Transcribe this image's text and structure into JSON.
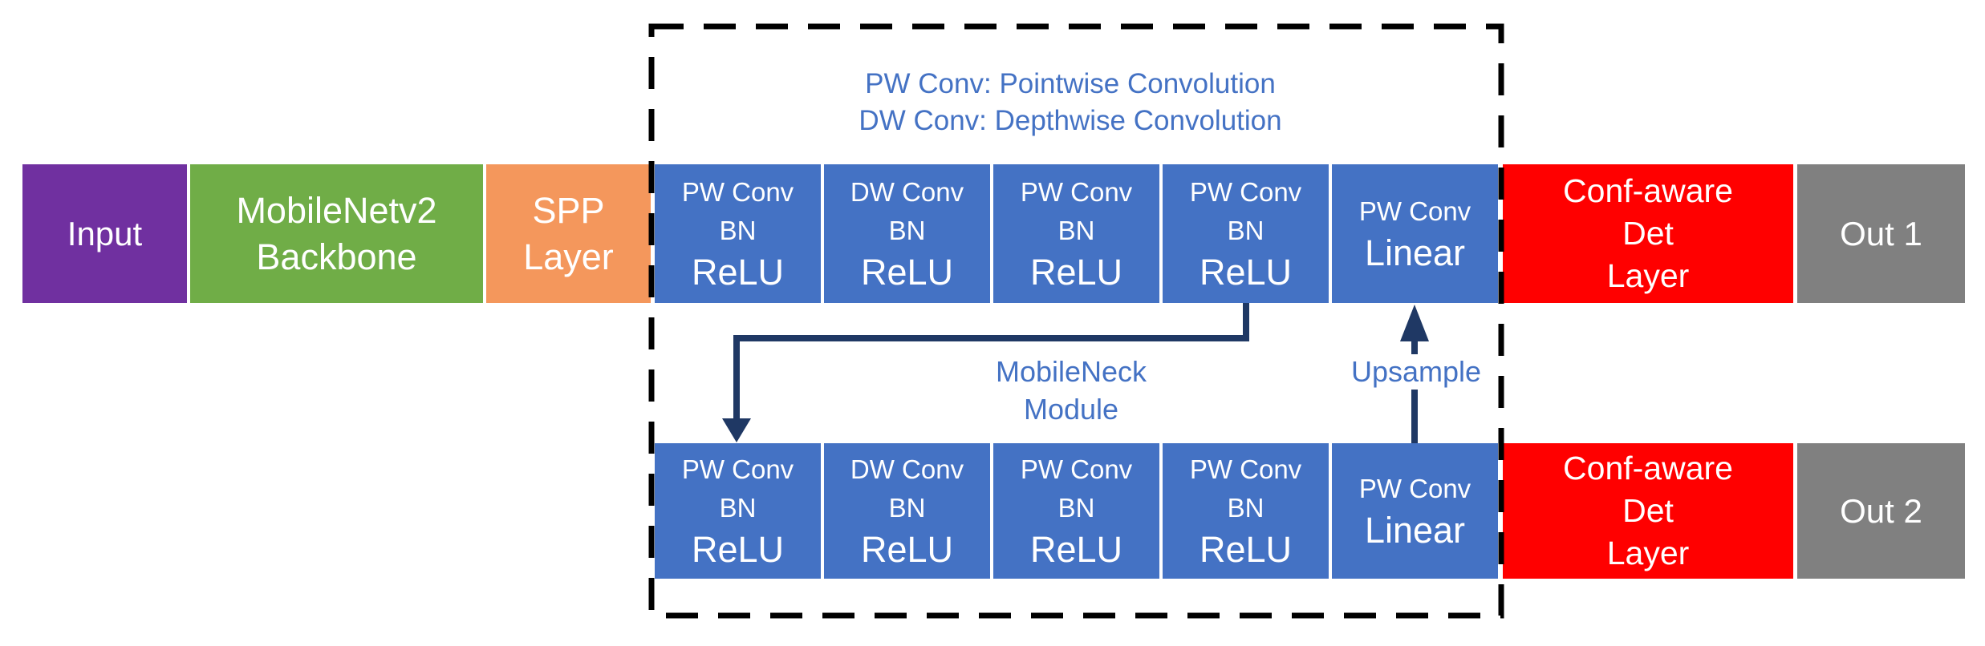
{
  "colors": {
    "input": "#7030A0",
    "backbone": "#70AD47",
    "spp": "#F4975C",
    "conv_block": "#4472C4",
    "det_layer": "#FF0000",
    "out": "#808080",
    "arrow": "#1F3864",
    "annotation_text": "#4472C4",
    "dashed_border": "#000000",
    "box_text": "#FFFFFF"
  },
  "legend": {
    "pw_line": "PW Conv: Pointwise Convolution",
    "dw_line": "DW Conv: Depthwise Convolution"
  },
  "pipeline": {
    "input": "Input",
    "backbone": {
      "line1": "MobileNetv2",
      "line2": "Backbone"
    },
    "spp": {
      "line1": "SPP",
      "line2": "Layer"
    }
  },
  "neck": {
    "top_row": [
      {
        "lines": [
          "PW Conv",
          "BN",
          "ReLU"
        ]
      },
      {
        "lines": [
          "DW Conv",
          "BN",
          "ReLU"
        ]
      },
      {
        "lines": [
          "PW Conv",
          "BN",
          "ReLU"
        ]
      },
      {
        "lines": [
          "PW Conv",
          "BN",
          "ReLU"
        ]
      },
      {
        "lines": [
          "PW Conv",
          "Linear"
        ]
      }
    ],
    "bottom_row": [
      {
        "lines": [
          "PW Conv",
          "BN",
          "ReLU"
        ]
      },
      {
        "lines": [
          "DW Conv",
          "BN",
          "ReLU"
        ]
      },
      {
        "lines": [
          "PW Conv",
          "BN",
          "ReLU"
        ]
      },
      {
        "lines": [
          "PW Conv",
          "BN",
          "ReLU"
        ]
      },
      {
        "lines": [
          "PW Conv",
          "Linear"
        ]
      }
    ],
    "module_label": {
      "line1": "MobileNeck",
      "line2": "Module"
    },
    "upsample_label": "Upsample"
  },
  "head": {
    "det_top": {
      "line1": "Conf-aware",
      "line2": "Det",
      "line3": "Layer"
    },
    "det_bottom": {
      "line1": "Conf-aware",
      "line2": "Det",
      "line3": "Layer"
    },
    "out_top": "Out 1",
    "out_bottom": "Out 2"
  }
}
